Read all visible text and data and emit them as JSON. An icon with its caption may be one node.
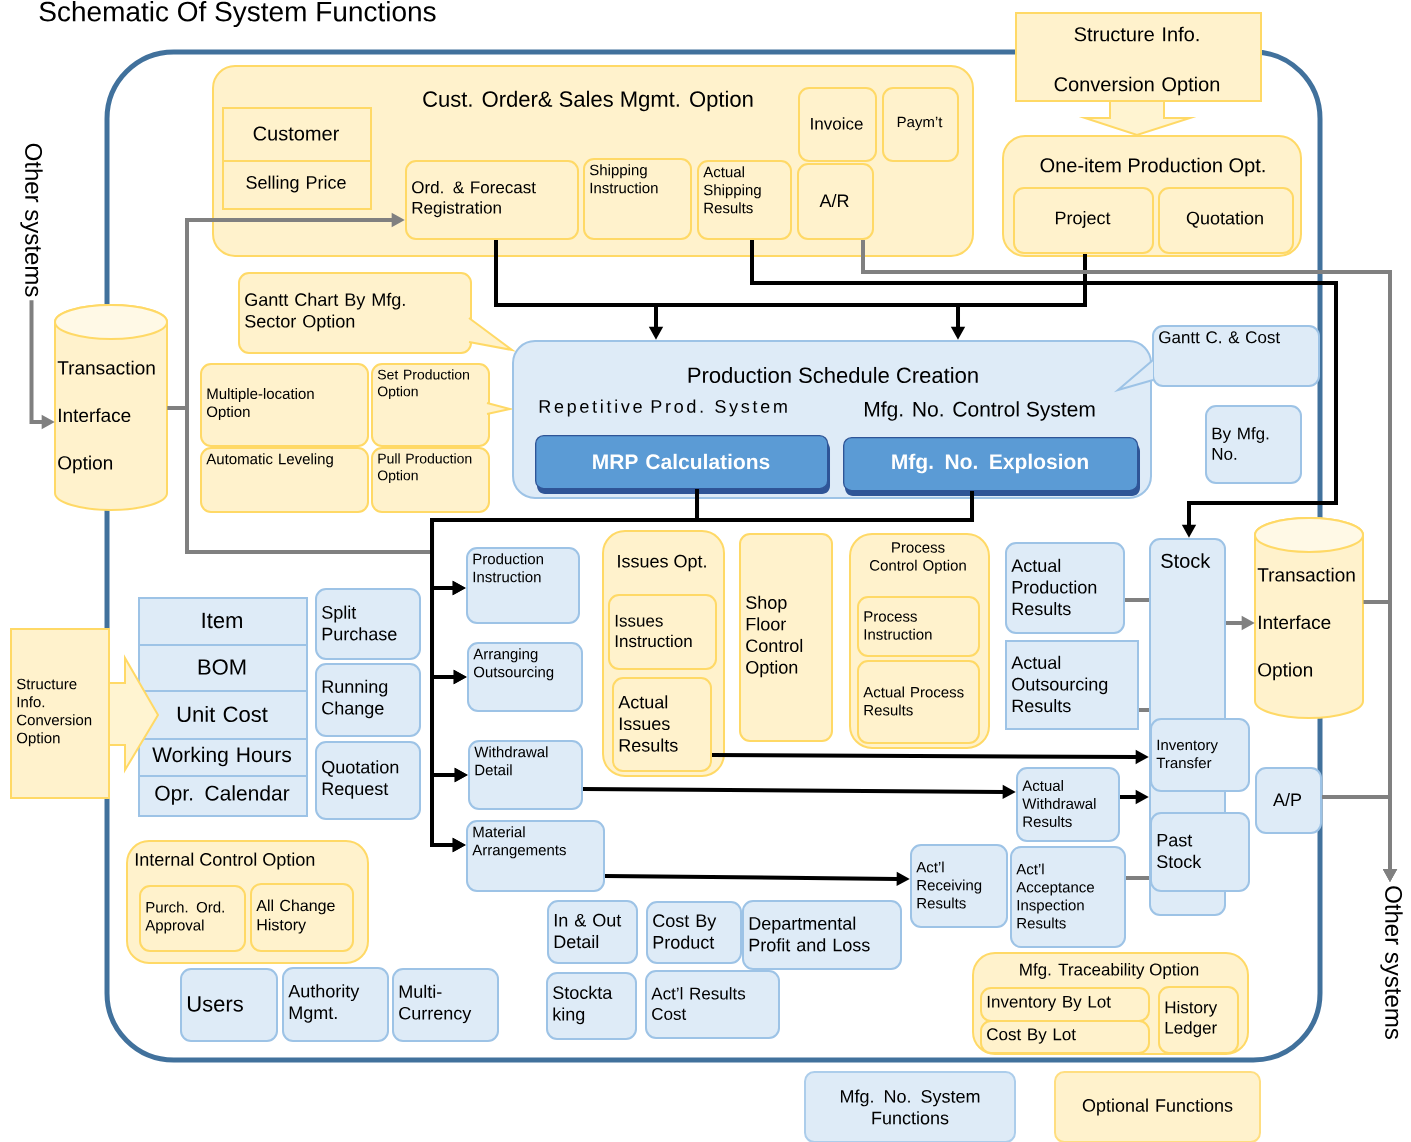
{
  "diagram": {
    "title": "Schematic Of System Functions",
    "nodes": [
      {
        "text": [
          "Other systems"
        ]
      },
      {
        "text": [
          "Transaction Interface Option"
        ]
      },
      {
        "text": [
          "Cust. Order& Sales Mgmt. Option"
        ]
      },
      {
        "text": [
          "Customer"
        ],
        "in": 2
      },
      {
        "text": [
          "Selling Price"
        ],
        "in": 2
      },
      {
        "text": [
          "Ord. & Forecast Registration"
        ],
        "in": 2
      },
      {
        "text": [
          "Shipping Instruction"
        ],
        "in": 2
      },
      {
        "text": [
          "Actual Shipping Results"
        ],
        "in": 2
      },
      {
        "text": [
          "Invoice"
        ],
        "in": 2
      },
      {
        "text": [
          "Paym’t"
        ],
        "in": 2
      },
      {
        "text": [
          "A/R"
        ],
        "in": 2
      },
      {
        "text": [
          "Structure Info. Conversion Option"
        ]
      },
      {
        "text": [
          "One-item Production Opt."
        ]
      },
      {
        "text": [
          "Project"
        ],
        "in": 12
      },
      {
        "text": [
          "Quotation"
        ],
        "in": 12
      },
      {
        "text": [
          "Gantt Chart By Mfg. Sector Option"
        ]
      },
      {
        "text": [
          "Multiple-location Option"
        ]
      },
      {
        "text": [
          "Set Production Option"
        ]
      },
      {
        "text": [
          "Automatic Leveling"
        ]
      },
      {
        "text": [
          "Pull Production Option"
        ]
      },
      {
        "text": [
          "Production Schedule Creation",
          "Repetitive Prod. System",
          "Mfg. No. Control System"
        ]
      },
      {
        "text": [
          "MRP Calculations"
        ],
        "in": 20
      },
      {
        "text": [
          "Mfg. No. Explosion"
        ],
        "in": 20
      },
      {
        "text": [
          "Gantt C. & Cost"
        ]
      },
      {
        "text": [
          "By Mfg. No."
        ]
      },
      {
        "text": [
          "Production Instruction"
        ]
      },
      {
        "text": [
          "Arranging Outsourcing"
        ]
      },
      {
        "text": [
          "Withdrawal Detail"
        ]
      },
      {
        "text": [
          "Material Arrangements"
        ]
      },
      {
        "text": [
          "Issues Opt."
        ]
      },
      {
        "text": [
          "Issues Instruction"
        ],
        "in": 29
      },
      {
        "text": [
          "Actual Issues Results"
        ],
        "in": 29
      },
      {
        "text": [
          "Shop Floor Control Option"
        ]
      },
      {
        "text": [
          "Process Control Option"
        ]
      },
      {
        "text": [
          "Process Instruction"
        ],
        "in": 33
      },
      {
        "text": [
          "Actual Process Results"
        ],
        "in": 33
      },
      {
        "text": [
          "Actual Production Results"
        ]
      },
      {
        "text": [
          "Actual Outsourcing Results"
        ]
      },
      {
        "text": [
          "Stock"
        ]
      },
      {
        "text": [
          "Inventory Transfer"
        ]
      },
      {
        "text": [
          "Past Stock"
        ]
      },
      {
        "text": [
          "Transaction Interface Option"
        ]
      },
      {
        "text": [
          "A/P"
        ]
      },
      {
        "text": [
          "Actual Withdrawal Results"
        ]
      },
      {
        "text": [
          "Act’l Receiving Results"
        ]
      },
      {
        "text": [
          "Act’l Acceptance Inspection Results"
        ]
      },
      {
        "text": [
          "Other systems"
        ]
      },
      {
        "text": [
          "Structure Info. Conversion Option"
        ]
      },
      {
        "text": [
          "Item"
        ]
      },
      {
        "text": [
          "BOM"
        ]
      },
      {
        "text": [
          "Unit Cost"
        ]
      },
      {
        "text": [
          "Working Hours"
        ]
      },
      {
        "text": [
          "Opr. Calendar"
        ]
      },
      {
        "text": [
          "Split Purchase"
        ]
      },
      {
        "text": [
          "Running Change"
        ]
      },
      {
        "text": [
          "Quotation Request"
        ]
      },
      {
        "text": [
          "Internal Control Option"
        ]
      },
      {
        "text": [
          "Purch. Ord. Approval"
        ],
        "in": 56
      },
      {
        "text": [
          "All Change History"
        ],
        "in": 56
      },
      {
        "text": [
          "Users"
        ]
      },
      {
        "text": [
          "Authority Mgmt."
        ]
      },
      {
        "text": [
          "Multi-Currency"
        ]
      },
      {
        "text": [
          "In & Out Detail"
        ]
      },
      {
        "text": [
          "Cost By Product"
        ]
      },
      {
        "text": [
          "Departmental Profit and Loss"
        ]
      },
      {
        "text": [
          "Stockta king"
        ]
      },
      {
        "text": [
          "Act’l Results Cost"
        ]
      },
      {
        "text": [
          "Mfg. Traceability Option"
        ]
      },
      {
        "text": [
          "Inventory By Lot"
        ],
        "in": 67
      },
      {
        "text": [
          "Cost By Lot"
        ],
        "in": 67
      },
      {
        "text": [
          "History Ledger"
        ],
        "in": 67
      }
    ],
    "edges": [
      {
        "from": 0,
        "to": 1,
        "arrow": "to",
        "color": "#808080"
      },
      {
        "from": 1,
        "to": 5,
        "arrow": "to",
        "color": "#808080"
      },
      {
        "from": 1,
        "to": null,
        "arrow": "none",
        "color": "#808080"
      },
      {
        "from": 5,
        "to": 20,
        "arrow": "to"
      },
      {
        "from": 13,
        "to": 20,
        "arrow": "to"
      },
      {
        "from": 7,
        "to": 38,
        "arrow": "to"
      },
      {
        "from": 10,
        "to": 46,
        "arrow": "to",
        "color": "#808080"
      },
      {
        "from": 41,
        "to": 46,
        "arrow": "to",
        "color": "#808080"
      },
      {
        "from": 42,
        "to": 46,
        "arrow": "to",
        "color": "#808080"
      },
      {
        "from": 21,
        "to": 25,
        "arrow": "to"
      },
      {
        "from": 21,
        "to": 26,
        "arrow": "to"
      },
      {
        "from": 21,
        "to": 27,
        "arrow": "to"
      },
      {
        "from": 21,
        "to": 28,
        "arrow": "to"
      },
      {
        "from": 22,
        "to": 25,
        "arrow": "to"
      },
      {
        "from": 22,
        "to": 26,
        "arrow": "to"
      },
      {
        "from": 22,
        "to": 27,
        "arrow": "to"
      },
      {
        "from": 22,
        "to": 28,
        "arrow": "to"
      },
      {
        "from": 31,
        "to": 38,
        "arrow": "to"
      },
      {
        "from": 27,
        "to": 43,
        "arrow": "to"
      },
      {
        "from": 43,
        "to": 38,
        "arrow": "to"
      },
      {
        "from": 28,
        "to": 44,
        "arrow": "to"
      },
      {
        "from": 36,
        "to": 38,
        "arrow": "none",
        "color": "#808080"
      },
      {
        "from": 37,
        "to": 38,
        "arrow": "none",
        "color": "#808080"
      },
      {
        "from": 45,
        "to": 38,
        "arrow": "none",
        "color": "#808080"
      },
      {
        "from": 38,
        "to": 41,
        "arrow": "to",
        "color": "#808080"
      },
      {
        "from": 47,
        "to": 50,
        "arrow": "to",
        "color": "#ffd966"
      },
      {
        "from": 11,
        "to": 12,
        "arrow": "to",
        "color": "#ffd966"
      }
    ],
    "legend": [
      {
        "text": "Mfg. No. System Functions",
        "color": "#deebf7"
      },
      {
        "text": "Optional Functions",
        "color": "#fff2cc"
      }
    ]
  }
}
